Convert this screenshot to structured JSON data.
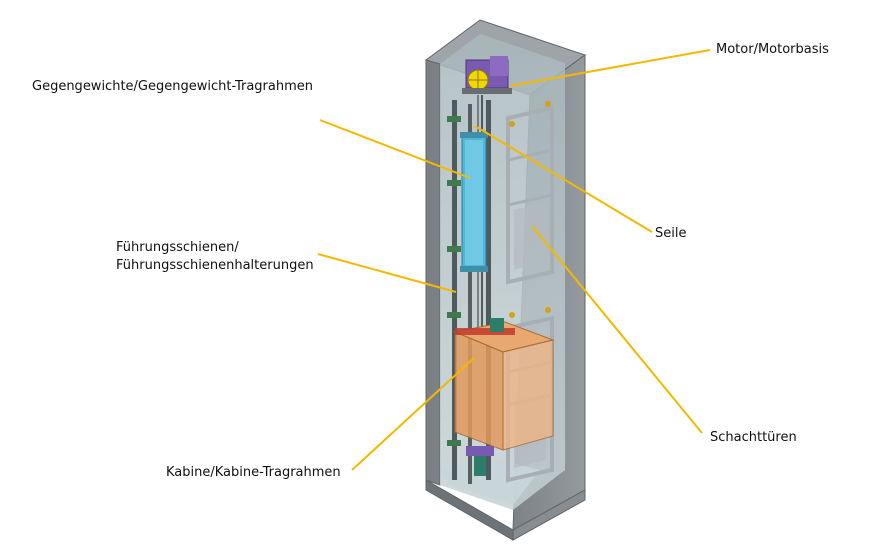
{
  "labels": {
    "motor": "Motor/Motorbasis",
    "counterweight": "Gegengewichte/Gegengewicht-Tragrahmen",
    "ropes": "Seile",
    "guide_rails_line1": "Führungsschienen/",
    "guide_rails_line2": "Führungsschienenhalterungen",
    "shaft_doors": "Schachttüren",
    "cabin": "Kabine/Kabine-Tragrahmen"
  },
  "colors": {
    "leader_line": "#f5b800",
    "shaft_wall": "#8c9196",
    "shaft_wall_dark": "#6e7378",
    "shaft_top": "#9fa4a8",
    "shaft_floor": "#b9c6c9",
    "rail": "#4f5a5c",
    "counterweight_blue": "#4fb8d8",
    "cabin_orange": "#e39a5e",
    "door_frame": "#a7afb5",
    "motor_purple": "#7a5ab0",
    "motor_yellow": "#f2d600"
  },
  "icons": [
    "motor-icon",
    "counterweight-icon",
    "cabin-icon",
    "shaft-door-icon"
  ]
}
